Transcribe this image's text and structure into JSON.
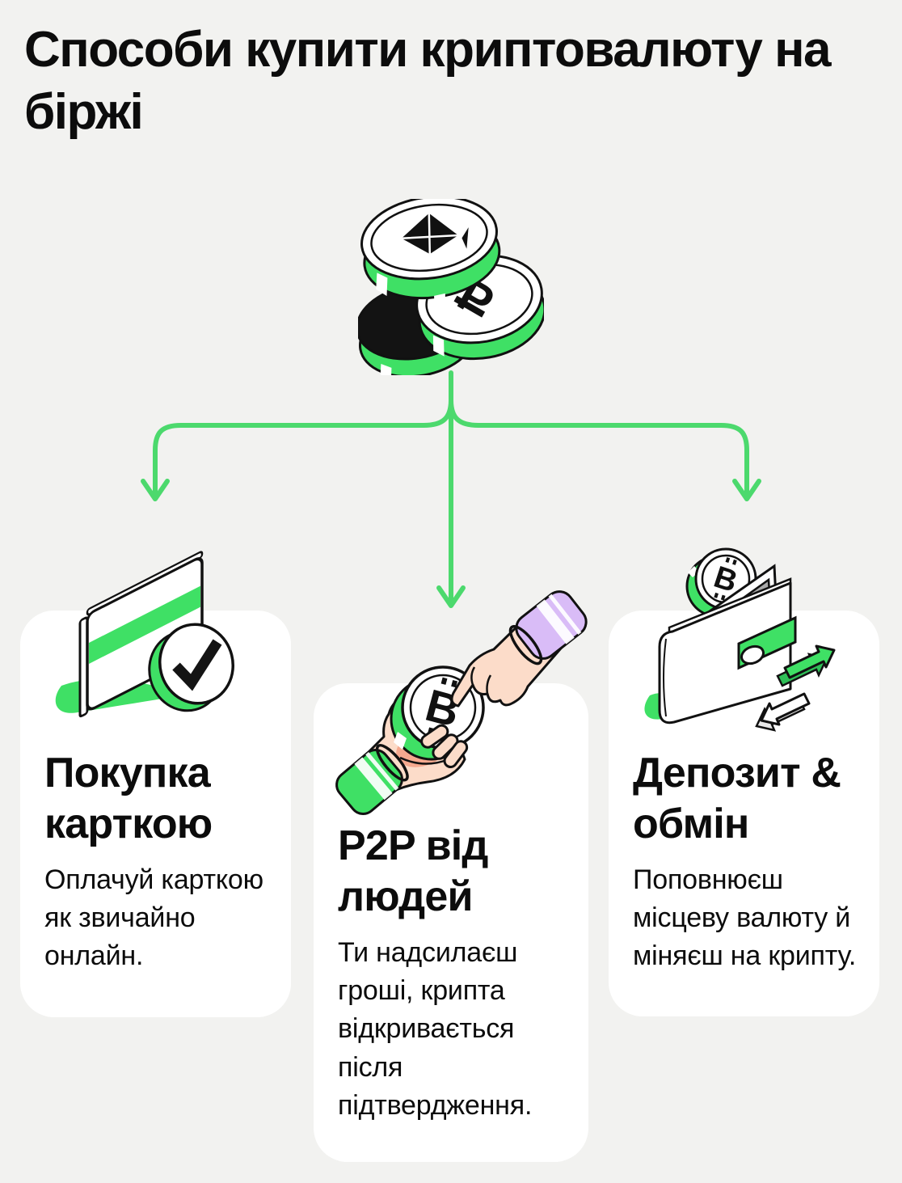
{
  "title": "Способи купити криптовалюту на біржі",
  "colors": {
    "background": "#F2F2F0",
    "card_background": "#FFFFFF",
    "accent_green": "#3FE065",
    "arrow_green": "#4CD96D",
    "text_black": "#0C0C0C",
    "cuff_purple": "#D9BCF7",
    "skin": "#FCDCC9",
    "blush": "#F5A98F",
    "wallet_grey": "#A9A9A9"
  },
  "coin_symbols": {
    "bitcoin_letter": "B",
    "ruble_letter": "P"
  },
  "cards": [
    {
      "title": "Покупка карткою",
      "body": "Оплачуй карткою як звичайно онлайн.",
      "illustration": "credit-card-with-check-badge"
    },
    {
      "title": "P2P від людей",
      "body": "Ти надсилаєш гроші, крипта відкривається після підтвердження.",
      "illustration": "hands-exchanging-bitcoin-coin"
    },
    {
      "title": "Депозит & обмін",
      "body": "Поповнюєш місцеву валюту й міняєш на крипту.",
      "illustration": "wallet-with-coin-and-exchange-arrows"
    }
  ]
}
